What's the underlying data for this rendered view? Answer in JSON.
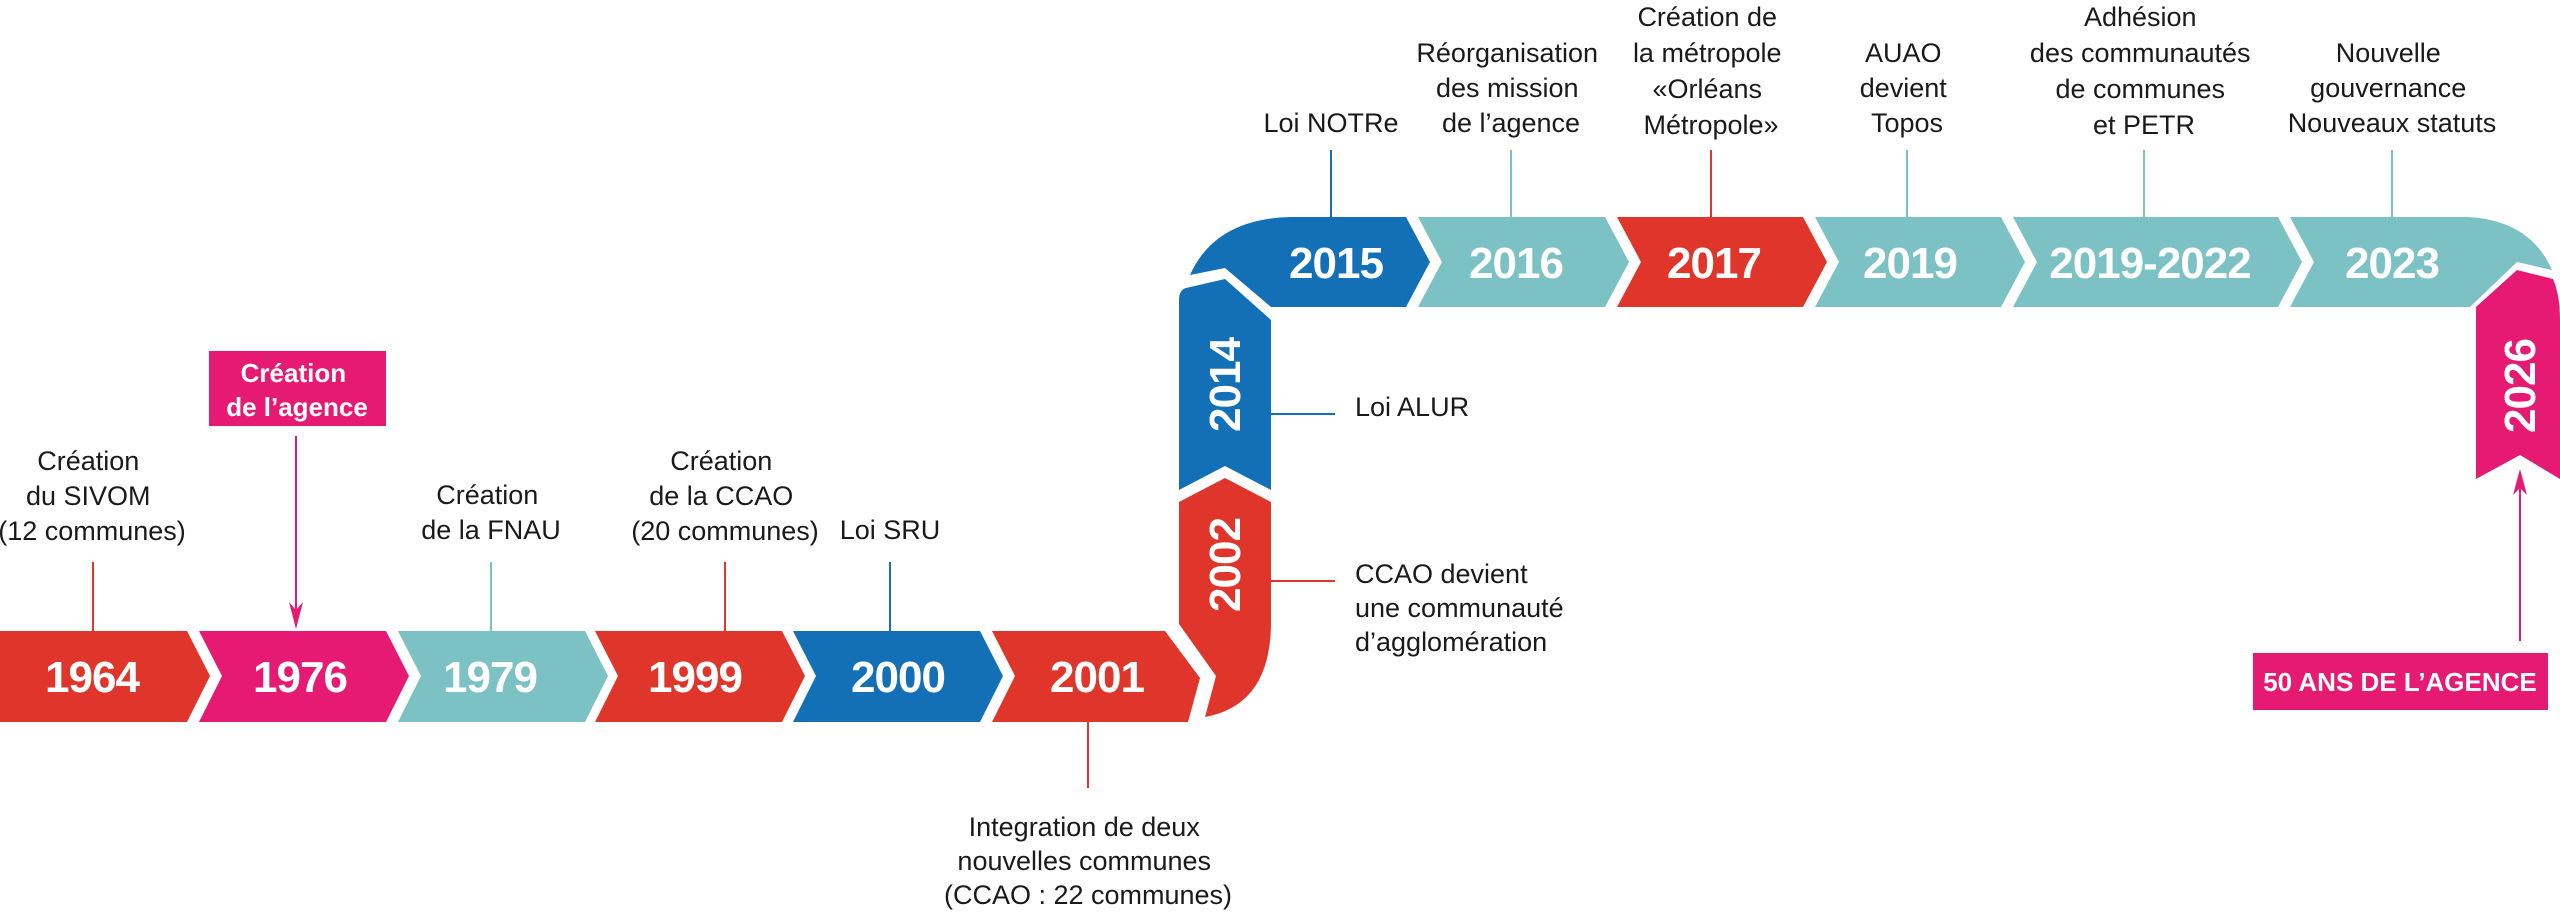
{
  "colors": {
    "red": "#e0352a",
    "pink": "#e61a73",
    "teal": "#7cc1c4",
    "blue": "#1370b7"
  },
  "segments": [
    {
      "year": "1964",
      "color": "red"
    },
    {
      "year": "1976",
      "color": "pink"
    },
    {
      "year": "1979",
      "color": "teal"
    },
    {
      "year": "1999",
      "color": "red"
    },
    {
      "year": "2000",
      "color": "blue"
    },
    {
      "year": "2001",
      "color": "red"
    },
    {
      "year": "2002",
      "color": "red"
    },
    {
      "year": "2014",
      "color": "blue"
    },
    {
      "year": "2015",
      "color": "blue"
    },
    {
      "year": "2016",
      "color": "teal"
    },
    {
      "year": "2017",
      "color": "red"
    },
    {
      "year": "2019",
      "color": "teal"
    },
    {
      "year": "2019-2022",
      "color": "teal"
    },
    {
      "year": "2023",
      "color": "teal"
    },
    {
      "year": "2026",
      "color": "pink"
    }
  ],
  "events": {
    "e1964": [
      "Création",
      "du SIVOM",
      "(12 communes)"
    ],
    "e1976": [
      "Création",
      "de l’agence"
    ],
    "e1979": [
      "Création",
      "de la FNAU"
    ],
    "e1999": [
      "Création",
      "de la CCAO",
      "(20 communes)"
    ],
    "e2000": [
      "Loi SRU"
    ],
    "e2001": [
      "Integration de deux",
      "nouvelles communes",
      "(CCAO : 22 communes)"
    ],
    "e2002": [
      "CCAO devient",
      "une communauté",
      "d’agglomération"
    ],
    "e2014": [
      "Loi ALUR"
    ],
    "e2015": [
      "Loi NOTRe"
    ],
    "e2016": [
      "Réorganisation",
      "des mission",
      "de l’agence"
    ],
    "e2017": [
      "Création de",
      "la métropole",
      "«Orléans",
      "Métropole»"
    ],
    "e2019": [
      "AUAO",
      "devient",
      "Topos"
    ],
    "e20192022": [
      "Adhésion",
      "des communautés",
      "de communes",
      "et PETR"
    ],
    "e2023": [
      "Nouvelle",
      "gouvernance",
      "Nouveaux statuts"
    ],
    "e2026": [
      "50 ANS DE L’AGENCE"
    ]
  }
}
